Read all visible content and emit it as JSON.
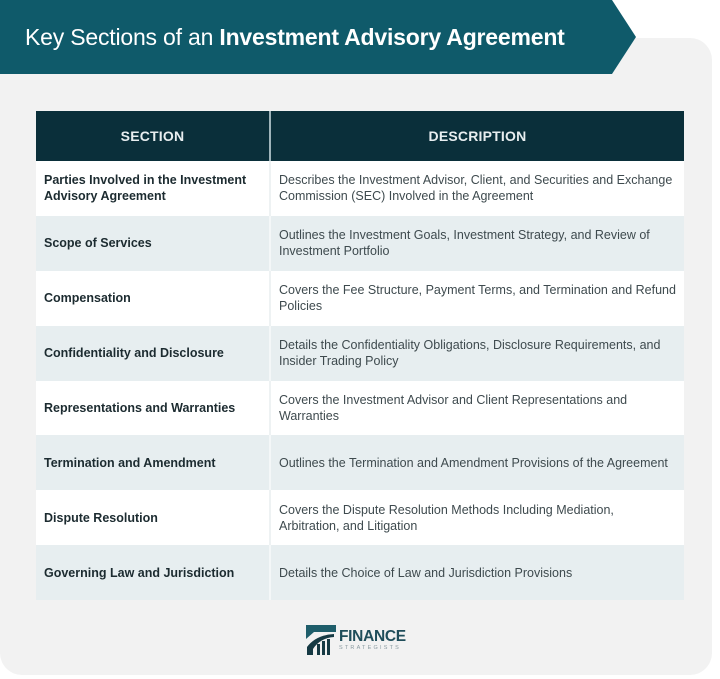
{
  "title": {
    "prefix": "Key Sections of an ",
    "emphasis": "Investment Advisory Agreement"
  },
  "colors": {
    "banner": "#0f5a6a",
    "table_header": "#0a2f3a",
    "row_alt": "#e7eef0",
    "card_bg": "#f2f2f2"
  },
  "table": {
    "headers": [
      "SECTION",
      "DESCRIPTION"
    ],
    "rows": [
      {
        "section": "Parties Involved in the Investment Advisory Agreement",
        "description": "Describes the Investment Advisor, Client, and Securities and Exchange Commission (SEC) Involved in the Agreement"
      },
      {
        "section": "Scope of Services",
        "description": "Outlines the Investment Goals, Investment Strategy, and Review of Investment Portfolio"
      },
      {
        "section": "Compensation",
        "description": "Covers the Fee Structure, Payment Terms, and Termination and Refund Policies"
      },
      {
        "section": "Confidentiality and Disclosure",
        "description": "Details the Confidentiality Obligations, Disclosure Requirements, and Insider Trading Policy"
      },
      {
        "section": "Representations and Warranties",
        "description": "Covers the Investment Advisor and Client Representations and Warranties"
      },
      {
        "section": "Termination and Amendment",
        "description": "Outlines the Termination and Amendment Provisions of the Agreement"
      },
      {
        "section": "Dispute Resolution",
        "description": "Covers the Dispute Resolution Methods Including Mediation, Arbitration, and Litigation"
      },
      {
        "section": "Governing Law and Jurisdiction",
        "description": "Details the Choice of Law and Jurisdiction Provisions"
      }
    ]
  },
  "logo": {
    "main": "FINANCE",
    "sub": "STRATEGISTS"
  }
}
